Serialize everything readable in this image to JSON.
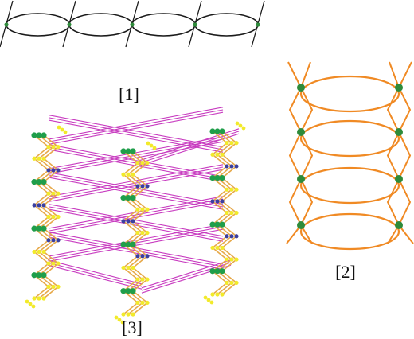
{
  "labels": {
    "panel1": "[1]",
    "panel2": "[2]",
    "panel3": "[3]"
  },
  "panel1": {
    "loop_count": 4,
    "line_color": "#1a1a1a",
    "node_color": "#2e8b3a"
  },
  "panel2": {
    "loop_count": 4,
    "line_color": "#f08a24",
    "node_color": "#2e8b3a"
  },
  "panel3": {
    "colors": {
      "rod": "#e7a94a",
      "ball_yellow": "#f2ea2a",
      "ball_blue": "#3b3f9e",
      "ball_green": "#1f9e4a",
      "link": "#c83cc0"
    }
  }
}
